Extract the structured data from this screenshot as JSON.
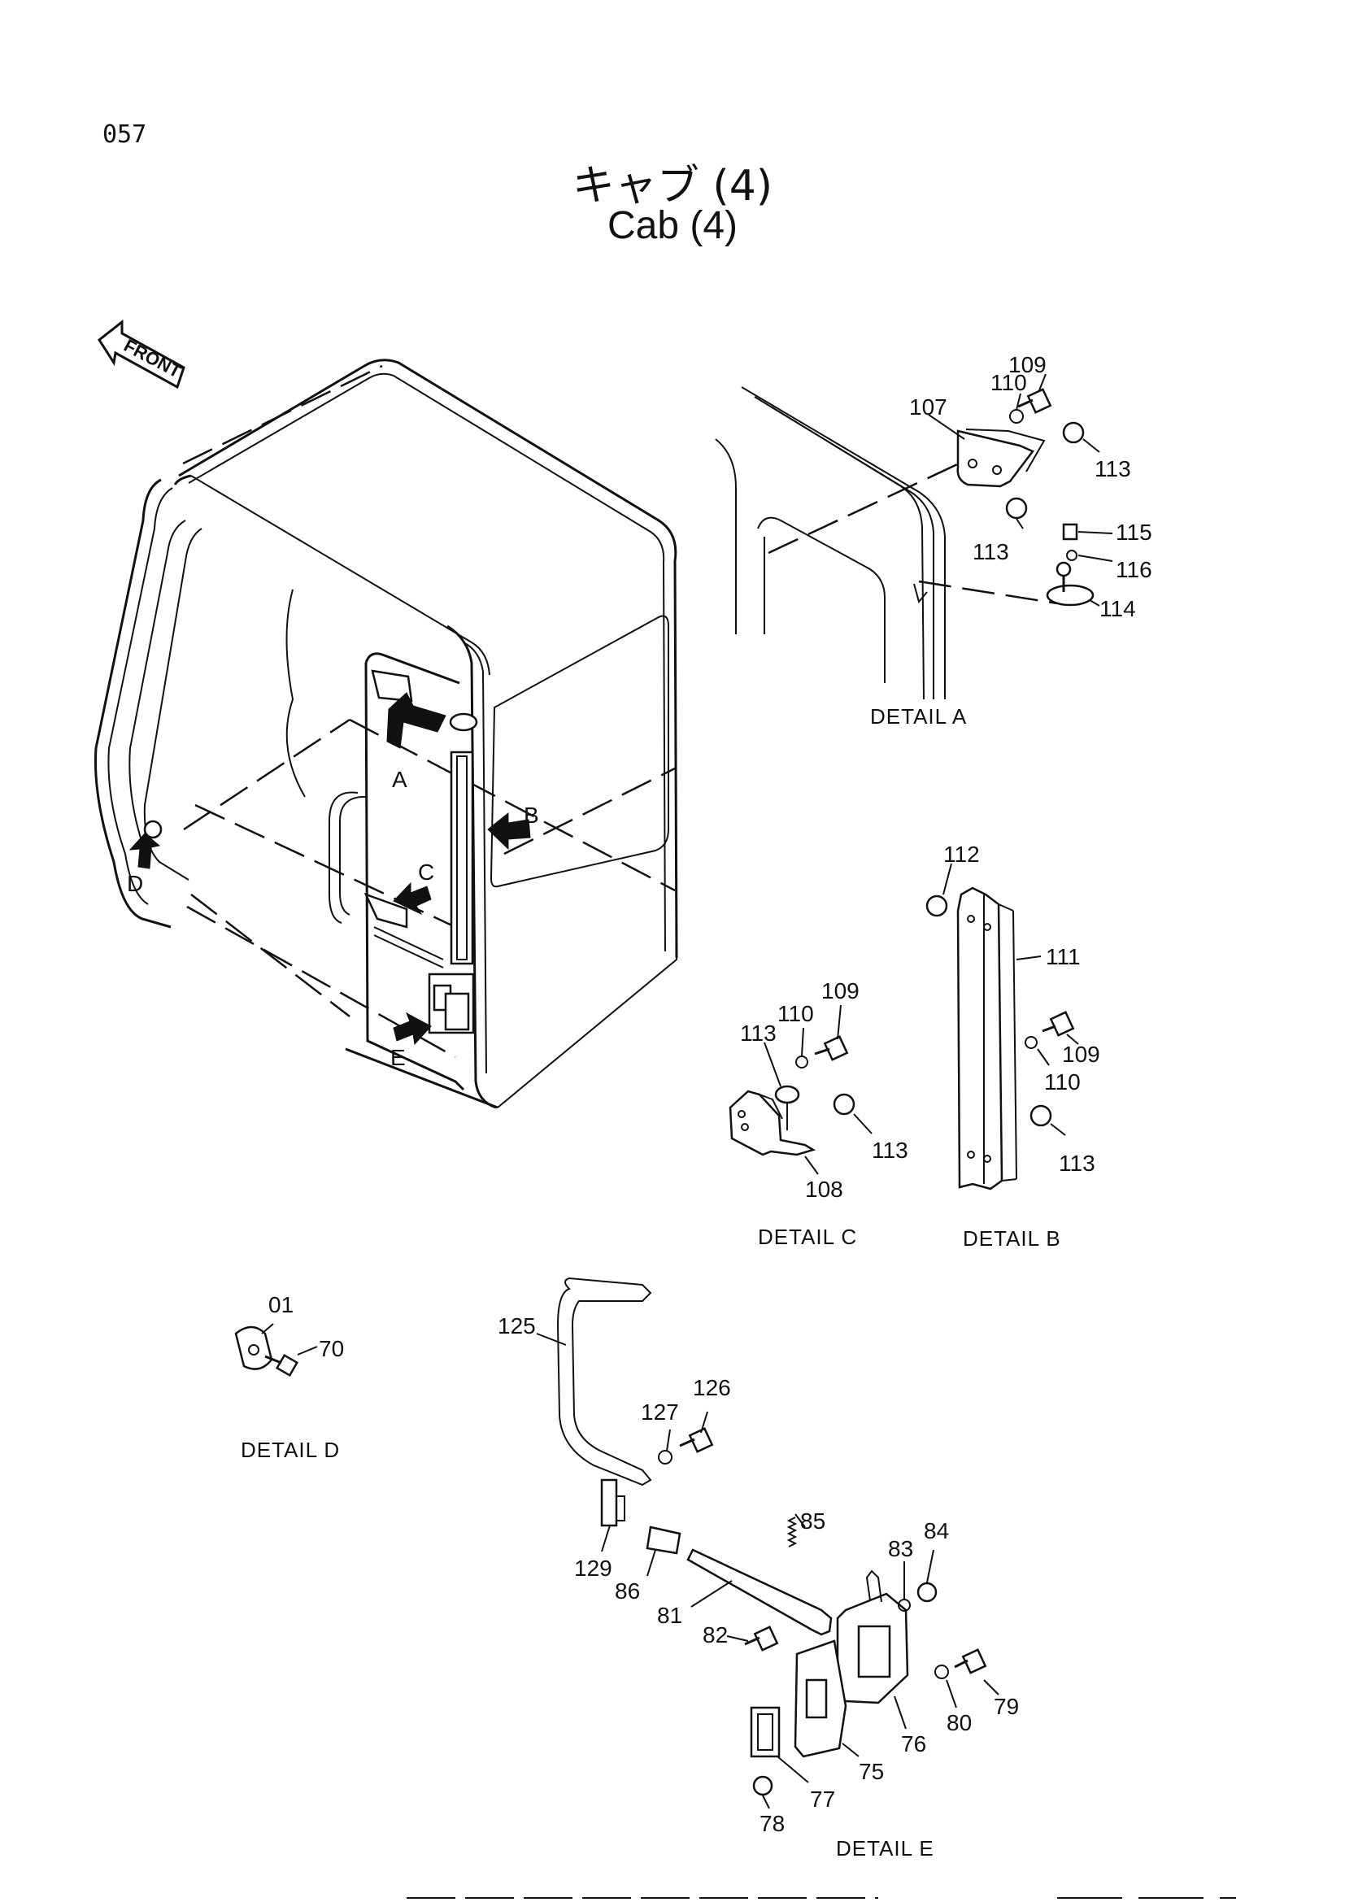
{
  "page": {
    "number": "057",
    "title_jp": "キャブ (4)",
    "title_en": "Cab (4)",
    "front_label": "FRONT"
  },
  "views": {
    "main": {
      "arrows": [
        "A",
        "B",
        "C",
        "D",
        "E"
      ]
    },
    "detail_a": {
      "caption": "DETAIL A",
      "callouts": [
        "109",
        "110",
        "107",
        "113",
        "113",
        "115",
        "116",
        "114"
      ]
    },
    "detail_b": {
      "caption": "DETAIL B",
      "callouts": [
        "112",
        "111",
        "109",
        "110",
        "113"
      ]
    },
    "detail_c": {
      "caption": "DETAIL C",
      "callouts": [
        "109",
        "110",
        "113",
        "113",
        "108"
      ]
    },
    "detail_d": {
      "caption": "DETAIL D",
      "callouts": [
        "01",
        "70"
      ]
    },
    "detail_e": {
      "caption": "DETAIL E",
      "callouts": [
        "125",
        "126",
        "127",
        "129",
        "85",
        "84",
        "83",
        "86",
        "81",
        "82",
        "79",
        "80",
        "76",
        "75",
        "77",
        "78"
      ]
    }
  },
  "colors": {
    "ink": "#111111",
    "paper": "#ffffff"
  }
}
